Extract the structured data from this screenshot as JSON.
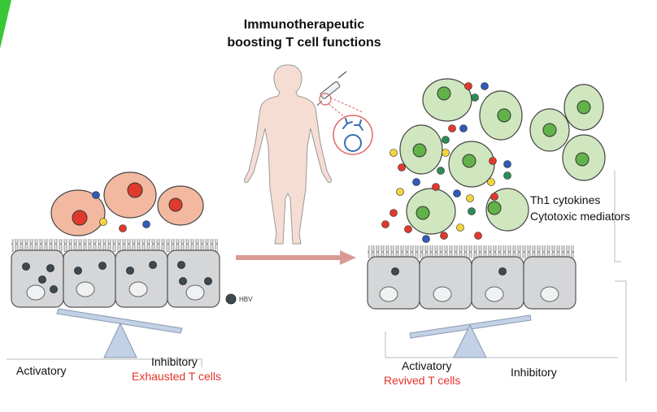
{
  "title_line1": "Immunotherapeutic",
  "title_line2": "boosting T cell functions",
  "hbv_legend": "HBV",
  "left_panel": {
    "activatory_label": "Activatory",
    "inhibitory_label": "Inhibitory",
    "state_label": "Exhausted T cells"
  },
  "right_panel": {
    "activatory_label": "Activatory",
    "inhibitory_label": "Inhibitory",
    "state_label": "Revived T cells",
    "cytokines_label": "Th1 cytokines",
    "mediators_label": "Cytotoxic mediators"
  },
  "colors": {
    "exhausted_cell_fill": "#f2b9a0",
    "exhausted_nucleus": "#e03a2c",
    "revived_cell_fill": "#cfe6bf",
    "revived_nucleus": "#62b24a",
    "hepatocyte_fill": "#d4d6d8",
    "hbv_particle": "#3e4a52",
    "arrow": "#d99a95",
    "balance": "#c3d1e6",
    "label_red": "#e0342b",
    "dot_red": "#e03a2c",
    "dot_blue": "#2f5bb7",
    "dot_yellow": "#f2d53c",
    "dot_green": "#2e8b57"
  }
}
